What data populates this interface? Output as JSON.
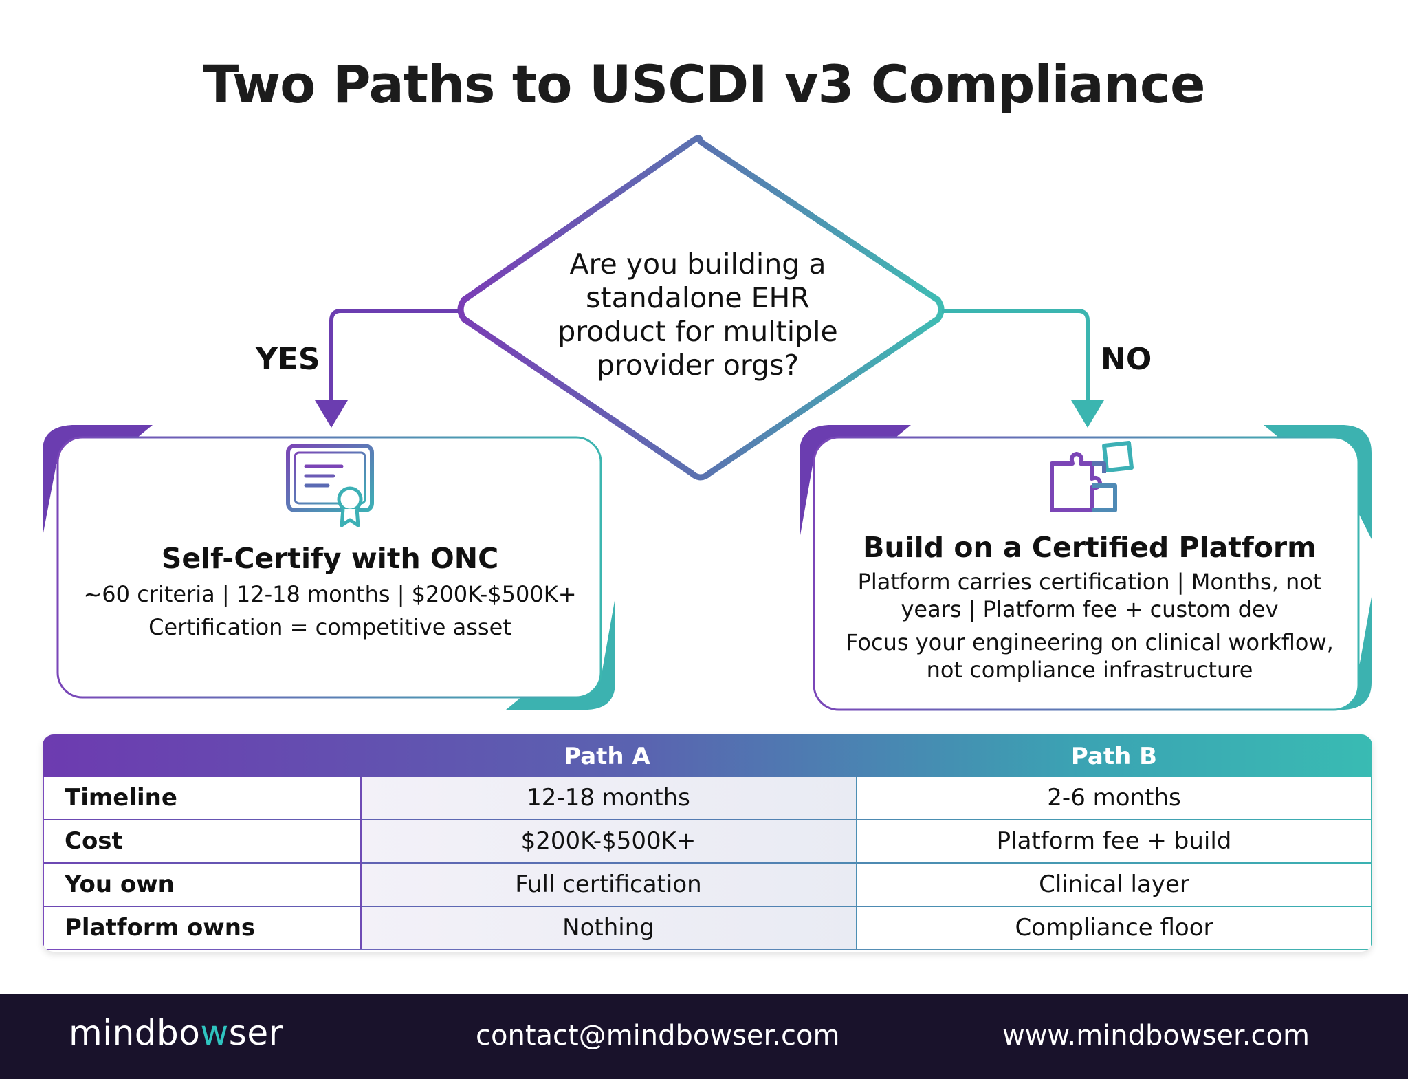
{
  "title": "Two Paths to USCDI v3 Compliance",
  "decision": {
    "question_lines": [
      "Are you building a",
      "standalone EHR",
      "product for multiple",
      "provider orgs?"
    ],
    "yes_label": "YES",
    "no_label": "NO"
  },
  "path_a": {
    "icon": "certificate-icon",
    "title": "Self-Certify with ONC",
    "lines": [
      "~60 criteria | 12-18 months | $200K-$500K+",
      "Certification = competitive asset"
    ]
  },
  "path_b": {
    "icon": "puzzle-pieces-icon",
    "title": "Build on a Certified Platform",
    "lines": [
      "Platform carries certification | Months, not",
      "years | Platform fee + custom dev"
    ],
    "lines2": [
      "Focus your engineering on clinical workflow,",
      "not compliance infrastructure"
    ]
  },
  "comparison": {
    "headers": [
      "",
      "Path A",
      "Path B"
    ],
    "rows": [
      {
        "label": "Timeline",
        "a": "12-18 months",
        "b": "2-6 months"
      },
      {
        "label": "Cost",
        "a": "$200K-$500K+",
        "b": "Platform fee + build"
      },
      {
        "label": "You own",
        "a": "Full certification",
        "b": "Clinical layer"
      },
      {
        "label": "Platform owns",
        "a": "Nothing",
        "b": "Compliance floor"
      }
    ]
  },
  "footer": {
    "brand_pre": "mindbo",
    "brand_w": "w",
    "brand_post": "ser",
    "email": "contact@mindbowser.com",
    "website": "www.mindbowser.com"
  },
  "colors": {
    "purple": "#6b3fb0",
    "teal": "#3cb8b2",
    "footer_bg": "#19122b"
  }
}
